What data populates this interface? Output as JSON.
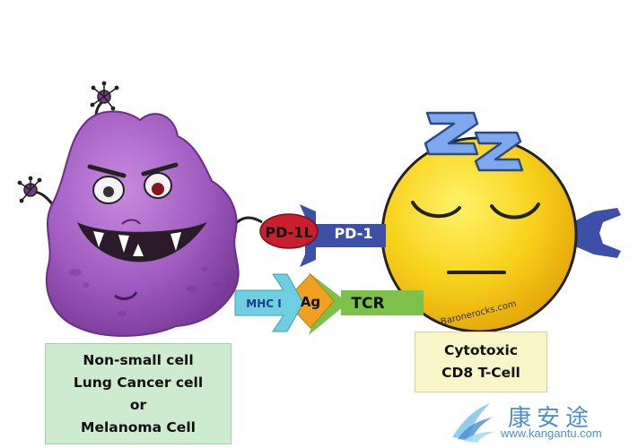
{
  "labels": {
    "pd1l": "PD-1L",
    "pd1": "PD-1",
    "mhc": "MHC I",
    "ag": "Ag",
    "tcr": "TCR",
    "credit": "Baronerocks.com"
  },
  "cancer_cell": {
    "lines": [
      "Non-small cell",
      "Lung Cancer cell",
      "or",
      "Melanoma Cell"
    ]
  },
  "t_cell": {
    "lines": [
      "Cytotoxic",
      "CD8 T-Cell"
    ]
  },
  "watermark": {
    "chinese": "康安途",
    "url": "www.kangantu.com"
  },
  "colors": {
    "cancer_purple": "#a05cc0",
    "tcell_yellow": "#f6c81a",
    "receptor_blue": "#3d50a8",
    "pd1l_red": "#c81e2e",
    "tcr_green": "#7cc24a",
    "ag_orange": "#f0a020",
    "mhc_cyan": "#6fcfe0",
    "zzz_blue": "#6f9fe8"
  }
}
